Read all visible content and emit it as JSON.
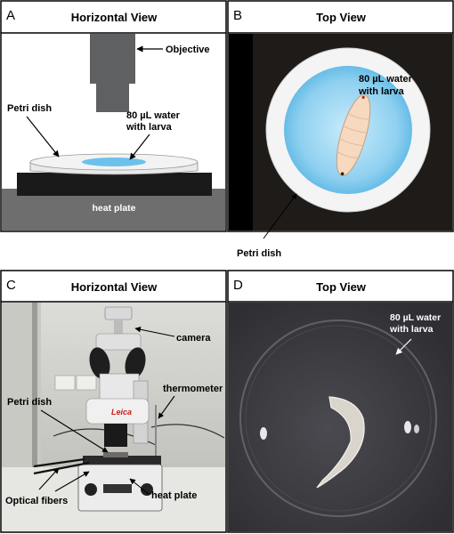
{
  "panels": {
    "a": {
      "letter": "A",
      "title": "Horizontal View",
      "labels": {
        "objective": "Objective",
        "petri_dish": "Petri dish",
        "water_line1": "80 µL water",
        "water_line2": "with larva",
        "heat_plate": "heat plate"
      }
    },
    "b": {
      "letter": "B",
      "title": "Top View",
      "labels": {
        "water_line1": "80 µL water",
        "water_line2": "with larva",
        "petri_dish": "Petri dish"
      }
    },
    "c": {
      "letter": "C",
      "title": "Horizontal View",
      "labels": {
        "camera": "camera",
        "thermometer": "thermometer",
        "petri_dish": "Petri dish",
        "heat_plate": "heat plate",
        "optical_fibers": "Optical fibers"
      }
    },
    "d": {
      "letter": "D",
      "title": "Top View",
      "labels": {
        "water_line1": "80 µL water",
        "water_line2": "with larva"
      }
    }
  },
  "colors": {
    "objective": "#5f6062",
    "water": "#7fc8ee",
    "heat_plate": "#1a1a1a",
    "bench": "#6e6e6e",
    "top_background": "#1e1b18",
    "larva": "#f6d9bf",
    "photo_dark": "#3a3a3e"
  }
}
